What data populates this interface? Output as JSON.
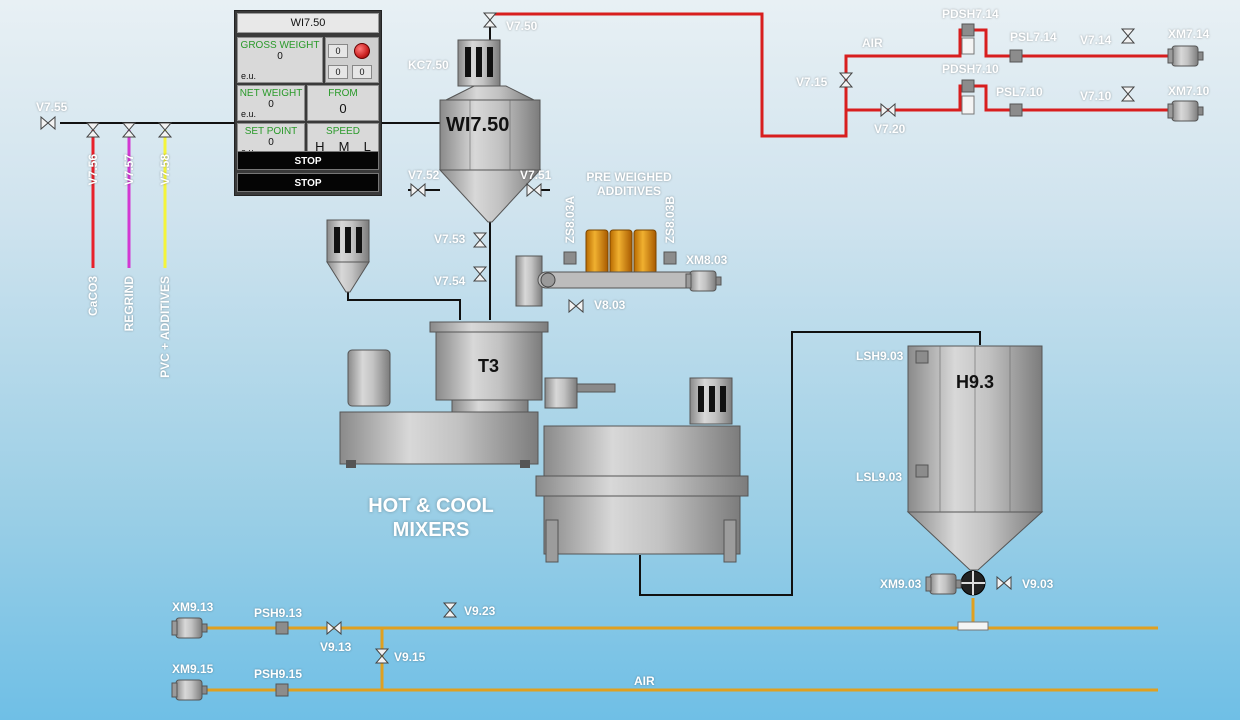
{
  "panel": {
    "title": "WI7.50",
    "gross_weight_label": "GROSS WEIGHT",
    "gross_weight_value": "0",
    "net_weight_label": "NET WEIGHT",
    "net_weight_value": "0",
    "set_point_label": "SET POINT",
    "set_point_value": "0",
    "from_label": "FROM",
    "from_value": "0",
    "speed_label": "SPEED",
    "speed_h": "H",
    "speed_m": "M",
    "speed_l": "L",
    "unit": "e.u.",
    "mini_a": "0",
    "mini_b": "0",
    "mini_c": "0",
    "stop1": "STOP",
    "stop2": "STOP",
    "alarm_color": "#cc2222"
  },
  "equipment": {
    "weigh_hopper": "WI7.50",
    "mixer": "T3",
    "silo": "H9.3",
    "mixers_title_1": "HOT & COOL",
    "mixers_title_2": "MIXERS",
    "additives_1": "PRE WEIGHED",
    "additives_2": "ADDITIVES"
  },
  "tags": {
    "v755": "V7.55",
    "v756": "V7.56",
    "v757": "V7.57",
    "v758": "V7.58",
    "cac03": "CaCO3",
    "regrind": "REGRIND",
    "pvc": "PVC + ADDITIVES",
    "kc750": "KC7.50",
    "v750": "V7.50",
    "v752": "V7.52",
    "v751": "V7.51",
    "v753": "V7.53",
    "v754": "V7.54",
    "zs803a": "ZS8.03A",
    "zs803b": "ZS8.03B",
    "xm803": "XM8.03",
    "v803": "V8.03",
    "air_top": "AIR",
    "v715": "V7.15",
    "v720": "V7.20",
    "pdsh714": "PDSH7.14",
    "psl714": "PSL7.14",
    "v714": "V7.14",
    "xm714": "XM7.14",
    "pdsh710": "PDSH7.10",
    "psl710": "PSL7.10",
    "v710": "V7.10",
    "xm710": "XM7.10",
    "lsh903": "LSH9.03",
    "lsl903": "LSL9.03",
    "xm903": "XM9.03",
    "v903": "V9.03",
    "xm913": "XM9.13",
    "psh913": "PSH9.13",
    "v913": "V9.13",
    "v923": "V9.23",
    "xm915": "XM9.15",
    "psh915": "PSH9.15",
    "v915": "V9.15",
    "air_bottom": "AIR"
  },
  "colors": {
    "cac03_line": "#e8202a",
    "regrind_line": "#d238d2",
    "pvc_line": "#f4f43a",
    "air_line": "#d81e1e",
    "conveying_line": "#e0a020",
    "process_line": "#111111"
  }
}
